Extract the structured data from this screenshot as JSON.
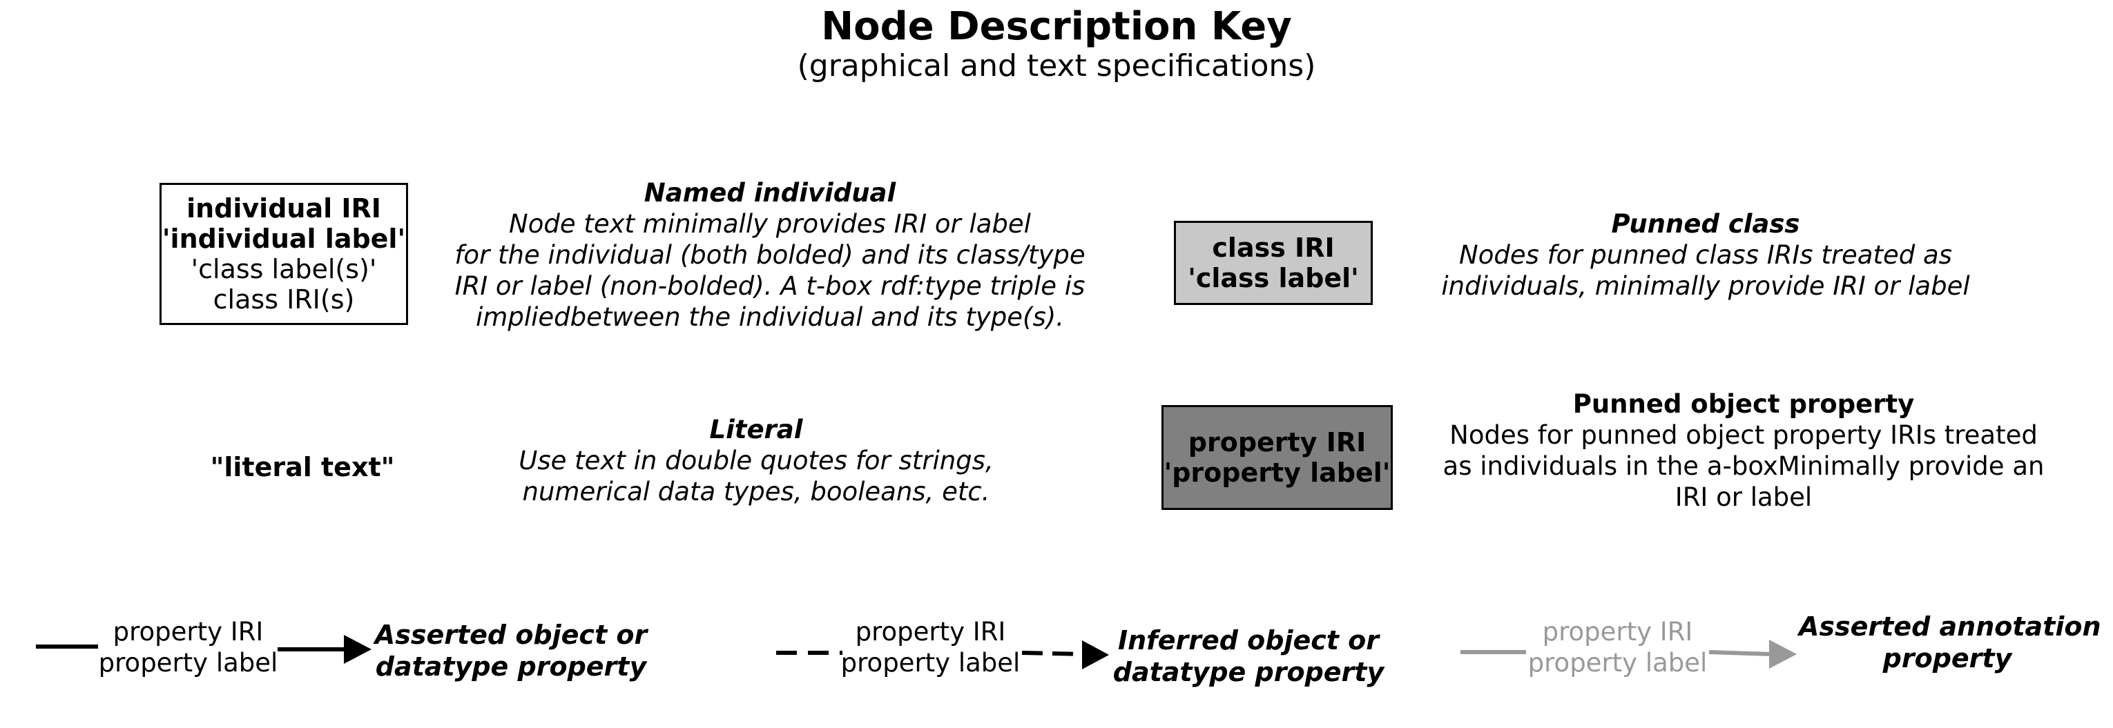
{
  "title": "Node Description Key",
  "subtitle": "(graphical and text specifications)",
  "nodes": {
    "individual": {
      "lines": [
        "individual IRI",
        "'individual label'",
        "'class label(s)'",
        "class IRI(s)"
      ]
    },
    "class": {
      "lines": [
        "class IRI",
        "'class label'"
      ],
      "fill_color": "#c8c8c8"
    },
    "property": {
      "lines": [
        "property IRI",
        "'property label'"
      ],
      "fill_color": "#808080"
    },
    "literal": {
      "text": "\"literal text\""
    }
  },
  "descriptions": {
    "named_individual": {
      "heading": "Named individual",
      "lines": [
        "Node text minimally provides IRI or label",
        "for the individual (both bolded) and its class/type",
        "IRI or label (non-bolded). A t-box rdf:type triple is",
        "impliedbetween the individual and its type(s)."
      ]
    },
    "punned_class": {
      "heading": "Punned class",
      "lines": [
        "Nodes for punned class IRIs treated as",
        "individuals, minimally provide IRI or label"
      ]
    },
    "literal": {
      "heading": "Literal",
      "lines": [
        "Use text in double quotes for strings,",
        "numerical data types, booleans, etc."
      ]
    },
    "punned_object_property": {
      "heading": "Punned object property",
      "lines": [
        "Nodes for punned object property IRIs treated",
        "as individuals in the a-boxMinimally provide an",
        "IRI or label"
      ]
    }
  },
  "edges": {
    "asserted": {
      "label_lines": [
        "property IRI",
        "property label"
      ],
      "description_lines": [
        "Asserted object or",
        "datatype property"
      ],
      "line_style": "solid",
      "color": "#000000"
    },
    "inferred": {
      "label_lines": [
        "property IRI",
        "property label"
      ],
      "description_lines": [
        "Inferred object or",
        "datatype property"
      ],
      "line_style": "dashed",
      "color": "#000000"
    },
    "annotation": {
      "label_lines": [
        "property IRI",
        "property label"
      ],
      "description_lines": [
        "Asserted annotation",
        "property"
      ],
      "line_style": "solid",
      "color": "#999999"
    }
  }
}
